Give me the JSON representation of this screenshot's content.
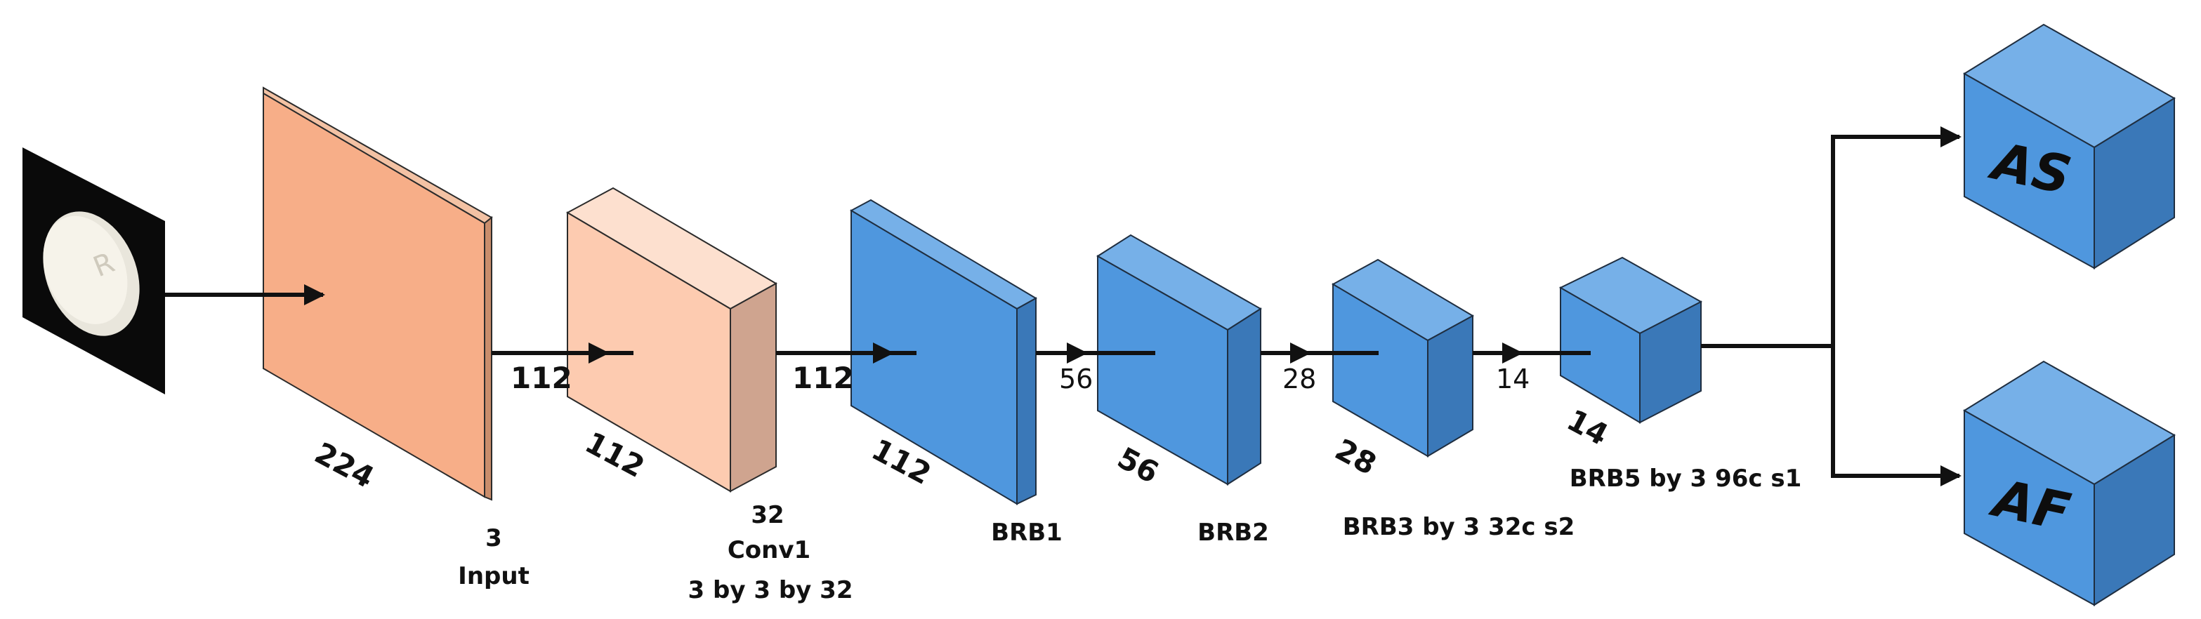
{
  "input_image": {
    "content": "white oval pill tablet on black background",
    "imprint": "R"
  },
  "colors": {
    "input_layer": "#F7AE88",
    "conv_layer": "#FDCBB0",
    "brb_layer": "#4F97DE",
    "output_block": "#4F97DE",
    "arrow": "#111111",
    "outline": "#1f2e40"
  },
  "layers": [
    {
      "id": "input",
      "dim_label": "224",
      "channels_label": "3",
      "name_label": "Input"
    },
    {
      "id": "conv1",
      "dim_label": "112",
      "channels_label": "32",
      "name_label": "Conv1",
      "detail_label": "3 by 3 by 32"
    },
    {
      "id": "brb1",
      "dim_label": "112",
      "name_label": "BRB1"
    },
    {
      "id": "brb2",
      "dim_label": "56",
      "name_label": "BRB2"
    },
    {
      "id": "brb3",
      "dim_label": "28",
      "name_label": "BRB3 by 3 32c s2"
    },
    {
      "id": "brb5",
      "dim_label": "14",
      "name_label": "BRB5 by 3 96c s1"
    }
  ],
  "arrow_labels": [
    {
      "text": "112",
      "bold": true
    },
    {
      "text": "112",
      "bold": true
    },
    {
      "text": "56",
      "bold": false
    },
    {
      "text": "28",
      "bold": false
    },
    {
      "text": "14",
      "bold": false
    }
  ],
  "outputs": [
    {
      "id": "as",
      "label": "AS"
    },
    {
      "id": "af",
      "label": "AF"
    }
  ]
}
